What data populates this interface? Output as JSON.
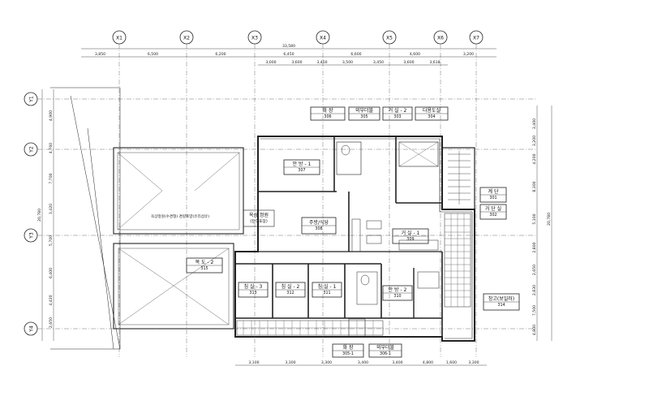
{
  "grid": {
    "columns": [
      "X1",
      "X2",
      "X3",
      "X4",
      "X5",
      "X6",
      "X7"
    ],
    "rows": [
      "Y1",
      "Y2",
      "Y3",
      "Y4"
    ]
  },
  "dimensions": {
    "top_total": "33,580",
    "top_row1": [
      "3,850",
      "6,500",
      "6,200",
      "6,450",
      "6,600",
      "4,600",
      "3,200"
    ],
    "top_row2": [
      "3,000",
      "3,600",
      "3,450",
      "3,500",
      "3,450",
      "3,600",
      "3,618"
    ],
    "bottom_row": [
      "3,100",
      "3,300",
      "3,300",
      "3,400",
      "3,400",
      "4,800",
      "1,600",
      "3,300"
    ],
    "left_total": "20,780",
    "left_row": [
      "4,900",
      "4,760",
      "7,700",
      "3,420",
      "5,700",
      "6,400",
      "4,420",
      "2,650"
    ],
    "right_total": "20,780",
    "right_row": [
      "3,400",
      "3,200",
      "4,200",
      "8,300",
      "5,100",
      "2,800",
      "2,650",
      "2,830",
      "7,500",
      "4,800"
    ]
  },
  "rooms": [
    {
      "label": "화 장",
      "num": "306"
    },
    {
      "label": "외부더블",
      "num": "305"
    },
    {
      "label": "거 실 - 2",
      "num": "303"
    },
    {
      "label": "다용도실",
      "num": "304"
    },
    {
      "label": "안 방 - 1",
      "num": "307"
    },
    {
      "label": "옥상 정원",
      "num": "(잔디포장)"
    },
    {
      "label": "주방/식당",
      "num": "308"
    },
    {
      "label": "거 실 - 1",
      "num": "309"
    },
    {
      "label": "계 단",
      "num": "301"
    },
    {
      "label": "거 단 실",
      "num": "302"
    },
    {
      "label": "복 도 - 2",
      "num": "315"
    },
    {
      "label": "침 실 - 3",
      "num": "313"
    },
    {
      "label": "침 실 - 2",
      "num": "312"
    },
    {
      "label": "침 실 - 1",
      "num": "311"
    },
    {
      "label": "안 방 - 2",
      "num": "310"
    },
    {
      "label": "창고(보일러)",
      "num": "314"
    },
    {
      "label": "화 장",
      "num": "305-1"
    },
    {
      "label": "외부더블",
      "num": "306-1"
    }
  ],
  "roof_note": "옥상정원(수경형) 경량토양(유리섬유)"
}
